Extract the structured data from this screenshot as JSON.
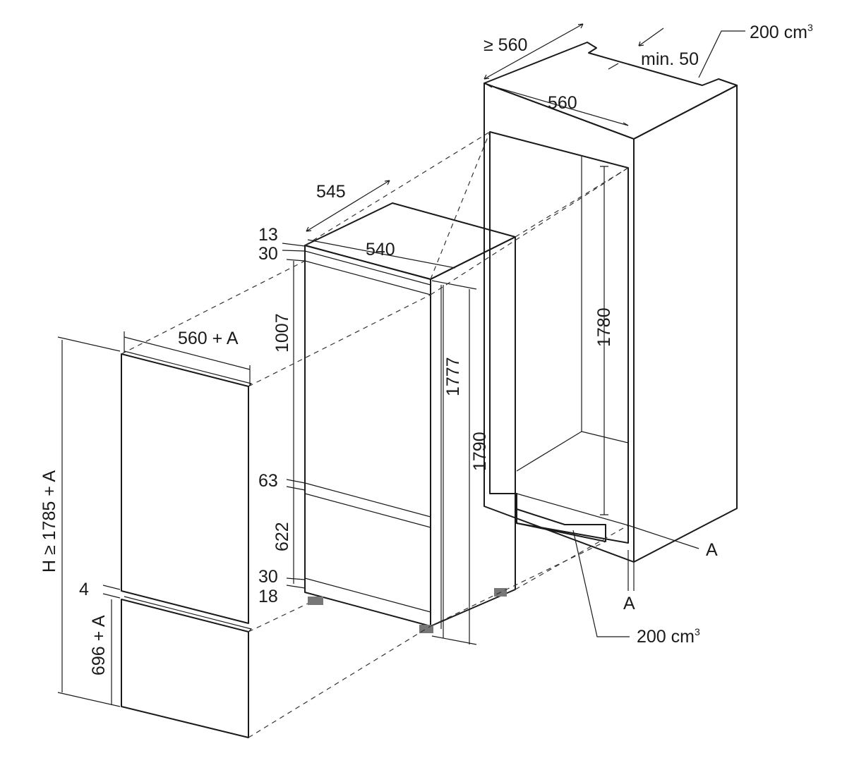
{
  "colors": {
    "line": "#1a1a1a",
    "top_face": "#f2f2f2",
    "side_face": "#dedede",
    "panel_face": "#ffffff",
    "feet": "#777777"
  },
  "labels": {
    "niche_width_min": "≥ 560",
    "vent_clearance": "min. 50",
    "vent_top_area": "200 cm",
    "vent_top_area_sup": "3",
    "niche_inner_width": "560",
    "niche_height": "1780",
    "niche_marker_a_right": "A",
    "niche_marker_a_bottom": "A",
    "vent_bottom_area": "200 cm",
    "vent_bottom_area_sup": "3",
    "appliance_depth": "545",
    "appliance_width": "540",
    "gap_top": "13",
    "top_frame": "30",
    "upper_section": "1007",
    "middle_frame": "63",
    "lower_section": "622",
    "bottom_frame": "30",
    "plinth": "18",
    "height_inner": "1777",
    "height_total": "1790",
    "panel_width": "560 + A",
    "panel_gap": "4",
    "lower_panel_height": "696 + A",
    "total_panel_height": "H ≥ 1785 + A"
  }
}
